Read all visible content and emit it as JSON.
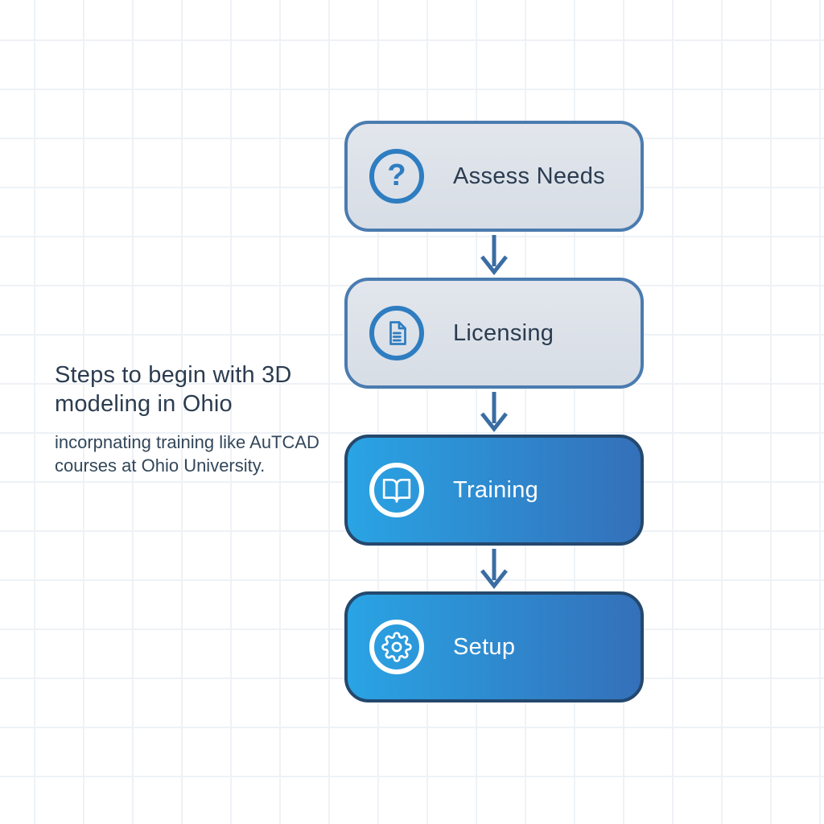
{
  "theme": {
    "accent_blue": "#2e7dc1",
    "light_fill_top": "#e2e6ec",
    "light_fill_bottom": "#d7dde6",
    "light_border": "#4a7cb0",
    "blue_start": "#29a4e4",
    "blue_end": "#3470ba",
    "dark_border": "#24486d",
    "arrow_color": "#3a6da3",
    "text_dark": "#2b3c50",
    "text_light": "#ffffff",
    "grid_line": "#eef2f6"
  },
  "intro": {
    "title": "Steps to begin with 3D modeling in Ohio",
    "subtitle": "incorpnating training like AuTCAD courses at Ohio University."
  },
  "flowchart": {
    "steps": [
      {
        "label": "Assess Needs",
        "icon": "question-mark-icon",
        "glyph": "?",
        "variant": "light"
      },
      {
        "label": "Licensing",
        "icon": "document-icon",
        "variant": "light"
      },
      {
        "label": "Training",
        "icon": "open-book-icon",
        "variant": "blue"
      },
      {
        "label": "Setup",
        "icon": "gear-icon",
        "variant": "blue"
      }
    ],
    "connector": "down-arrow"
  }
}
